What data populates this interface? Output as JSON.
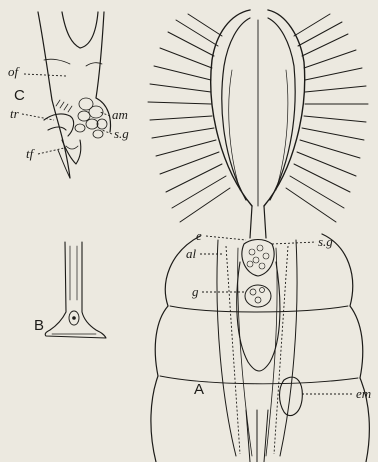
{
  "figure": {
    "panel_labels": {
      "a": "A",
      "b": "B",
      "c": "C"
    },
    "labels": {
      "of": "of",
      "am": "am",
      "tr": "tr",
      "sg_c": "s.g",
      "tf": "tf",
      "e": "e",
      "al": "al",
      "sg_a": "s.g",
      "g": "g",
      "em": "em"
    }
  }
}
